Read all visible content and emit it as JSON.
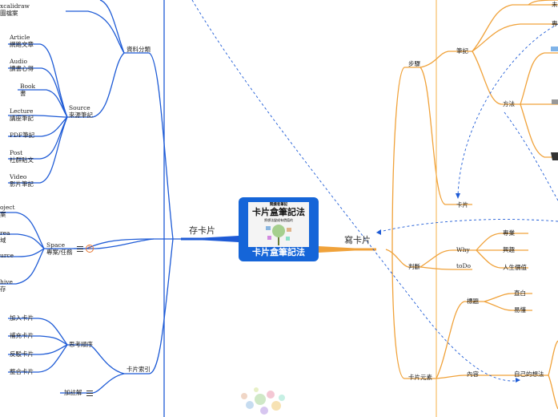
{
  "central": {
    "cover_top": "閱讀者筆記",
    "cover_title": "卡片盒筆記法",
    "cover_sub": "將想法變成有價值的",
    "title": "卡片盒筆記法"
  },
  "left": {
    "main": "存卡片",
    "branches": {
      "data_class": "資料分類",
      "card_index": "卡片索引"
    },
    "top_partial": {
      "line1": "xcalidraw",
      "line2": "圖檔案"
    },
    "source": {
      "line1": "Source",
      "line2": "來源筆記"
    },
    "source_items": [
      {
        "line1": "Article",
        "line2": "網路文章"
      },
      {
        "line1": "Audio",
        "line2": "讀書心得"
      },
      {
        "line1": "Book",
        "line2": "書"
      },
      {
        "line1": "Lecture",
        "line2": "講座筆記"
      },
      {
        "line1": "PDF筆記",
        "line2": ""
      },
      {
        "line1": "Post",
        "line2": "社群貼文"
      },
      {
        "line1": "Video",
        "line2": "影片筆記"
      }
    ],
    "space": {
      "line1": "Space",
      "line2": "專案/任務"
    },
    "space_items": [
      {
        "line1": "oject",
        "line2": "案"
      },
      {
        "line1": "rea",
        "line2": "域"
      },
      {
        "line1": "urce",
        "line2": ""
      },
      {
        "line1": "hive",
        "line2": "存"
      }
    ],
    "think_order": "思考順序",
    "think_items": [
      "加入卡片",
      "補充卡片",
      "反駁卡片",
      "整合卡片"
    ],
    "annotate": "加註解"
  },
  "right": {
    "main": "寫卡片",
    "steps": "步驟",
    "notes": "筆記",
    "method": "方法",
    "card": "卡片",
    "partial_right": [
      "未",
      "專"
    ],
    "judge": "判斷",
    "why": "Why",
    "why_items": [
      "專業",
      "興趣",
      "人生價值"
    ],
    "todo": "toDo",
    "elements": "卡片元素",
    "title_node": "標題",
    "title_items": [
      "直白",
      "易懂"
    ],
    "content": "內容",
    "own_idea": "自己的想法"
  }
}
